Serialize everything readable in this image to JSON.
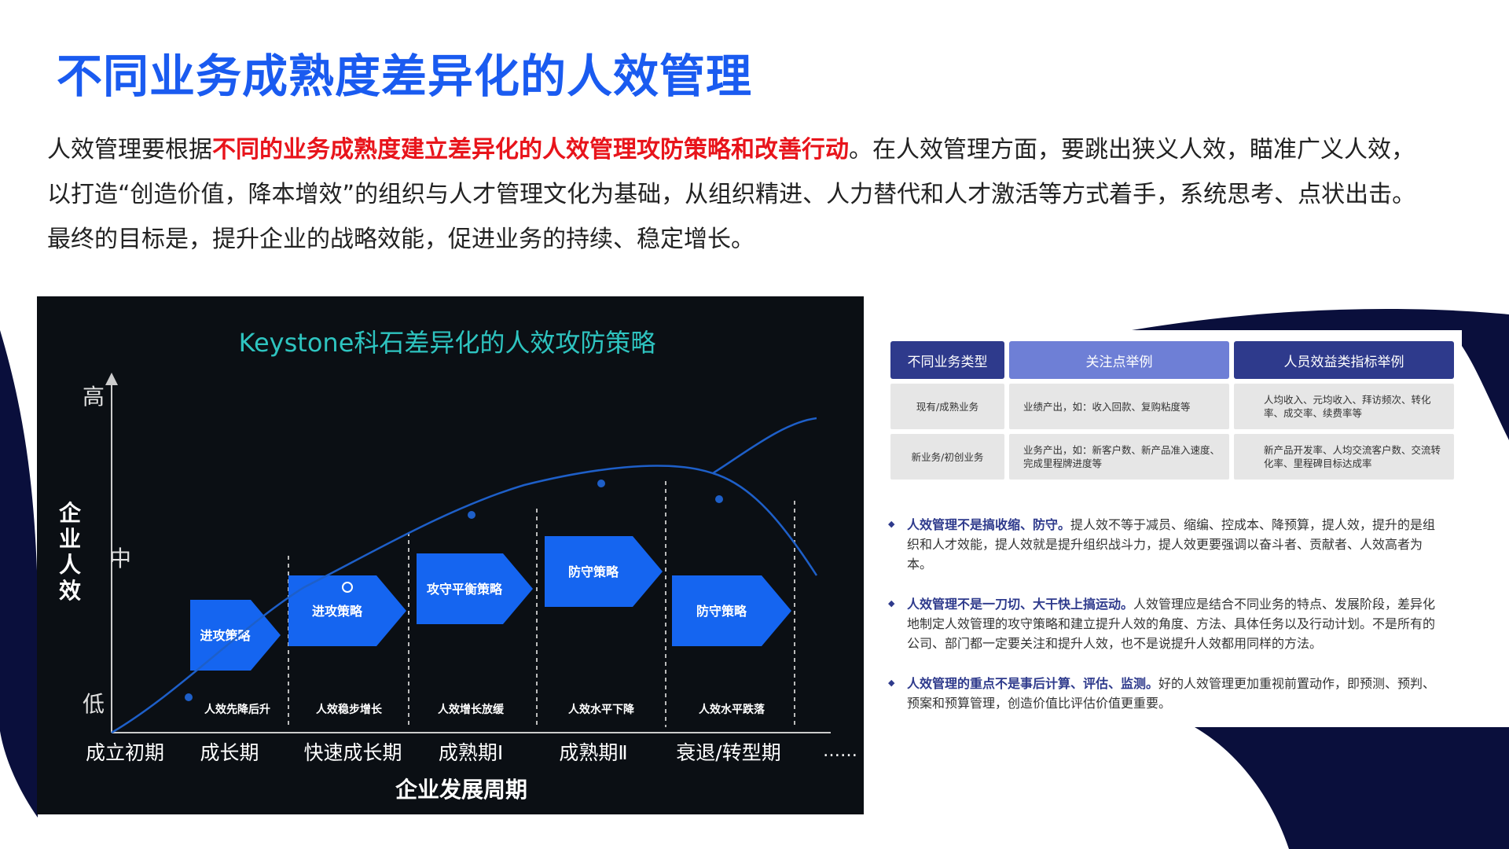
{
  "page": {
    "title": "不同业务成熟度差异化的人效管理",
    "intro": {
      "part1": "人效管理要根据",
      "highlight": "不同的业务成熟度建立差异化的人效管理攻防策略和改善行动",
      "part2": "。在人效管理方面，要跳出狭义人效，瞄准广义人效，以打造“创造价值，降本增效”的组织与人才管理文化为基础，从组织精进、人力替代和人才激活等方式着手，系统思考、点状出击。最终的目标是，提升企业的战略效能，促进业务的持续、稳定增长。"
    }
  },
  "chart_data": {
    "type": "line",
    "title": "Keystone科石差异化的人效攻防策略",
    "xlabel": "企业发展周期",
    "ylabel": "企业人效",
    "ylevels": [
      "低",
      "中",
      "高"
    ],
    "categories": [
      "成立初期",
      "成长期",
      "快速成长期",
      "成熟期Ⅰ",
      "成熟期Ⅱ",
      "衰退/转型期"
    ],
    "ellipsis": "……",
    "strategies": [
      "进攻策略",
      "进攻策略",
      "攻守平衡策略",
      "防守策略",
      "防守策略"
    ],
    "phase_notes": [
      "人效先降后升",
      "人效稳步增长",
      "人效增长放缓",
      "人效水平下降",
      "人效水平跌落"
    ]
  },
  "table": {
    "headers": [
      "不同业务类型",
      "关注点举例",
      "人员效益类指标举例"
    ],
    "rows": [
      [
        "现有/成熟业务",
        "业绩产出，如：收入回款、复购粘度等",
        "人均收入、元均收入、拜访频次、转化率、成交率、续费率等"
      ],
      [
        "新业务/初创业务",
        "业务产出，如：新客户数、新产品准入速度、完成里程牌进度等",
        "新产品开发率、人均交流客户数、交流转化率、里程碑目标达成率"
      ]
    ]
  },
  "bullets": [
    {
      "icon": "diamond-bullet-icon",
      "heading": "人效管理不是搞收缩、防守。",
      "text": "提人效不等于减员、缩编、控成本、降预算，提人效，提升的是组织和人才效能，提人效就是提升组织战斗力，提人效更要强调以奋斗者、贡献者、人效高者为本。"
    },
    {
      "icon": "diamond-bullet-icon",
      "heading": "人效管理不是一刀切、大干快上搞运动。",
      "text": "人效管理应是结合不同业务的特点、发展阶段，差异化地制定人效管理的攻守策略和建立提升人效的角度、方法、具体任务以及行动计划。不是所有的公司、部门都一定要关注和提升人效，也不是说提升人效都用同样的方法。"
    },
    {
      "icon": "diamond-bullet-icon",
      "heading": "人效管理的重点不是事后计算、评估、监测。",
      "text": "好的人效管理更加重视前置动作，即预测、预判、预案和预算管理，创造价值比评估价值更重要。"
    }
  ],
  "colors": {
    "title": "#1a5bf0",
    "highlight": "#e8141b",
    "navy": "#0a0f3c",
    "table_header_dark": "#2e3a8c",
    "table_header_light": "#6e7fd6",
    "chart_bg": "#0b0f14",
    "arrow_blue": "#1565f0",
    "chart_title": "#2ec4c0"
  }
}
